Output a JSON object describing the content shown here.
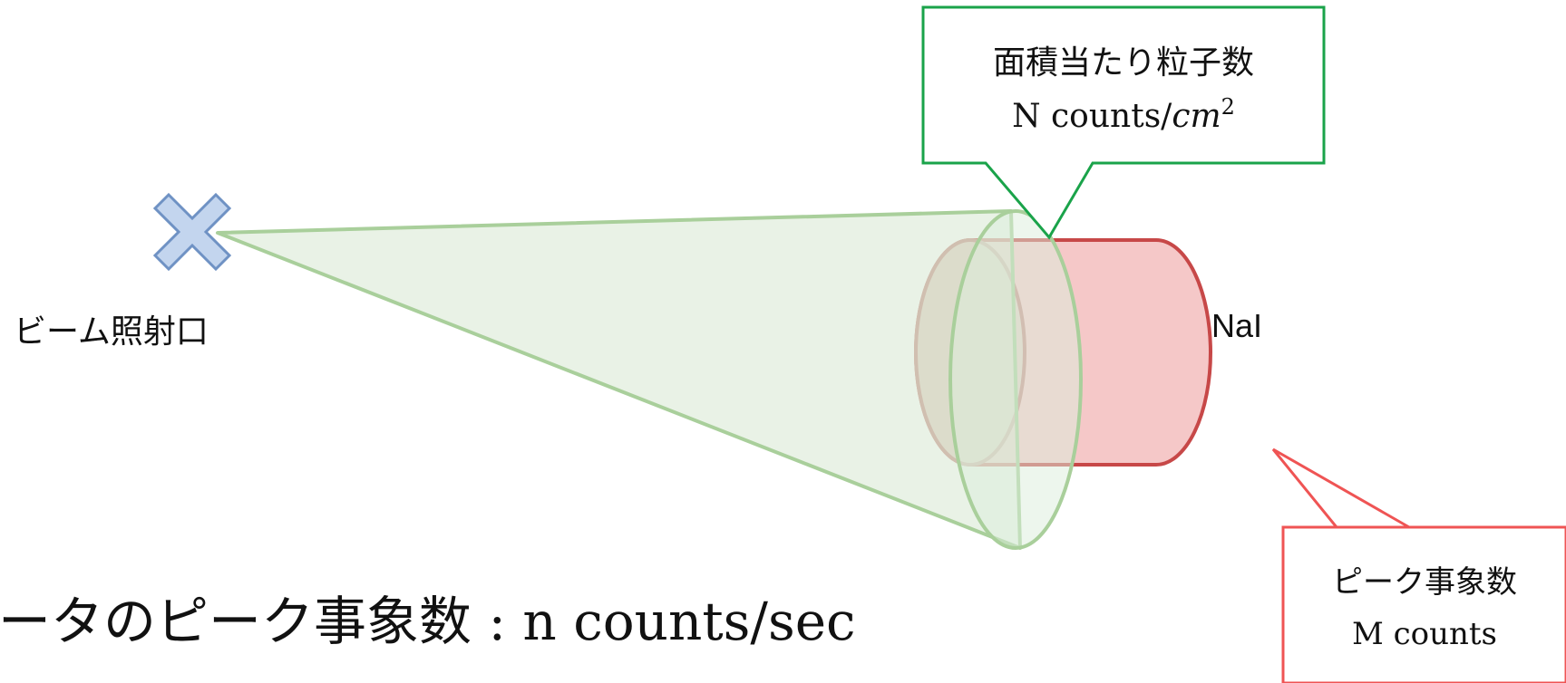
{
  "beam_source": {
    "label": "ビーム照射口",
    "icon": "x-marker-icon",
    "color": "#9db8e0"
  },
  "detector": {
    "label": "NaI",
    "color": "#f4c7c7"
  },
  "beam_cone": {
    "color": "#e6f0e3"
  },
  "callout_flux": {
    "title": "面積当たり粒子数",
    "value_prefix": "N counts/",
    "unit_base": "cm",
    "unit_exp": "2",
    "border_color": "#1aa34a"
  },
  "callout_peak": {
    "title": "ピーク事象数",
    "value": "M counts",
    "border_color": "#ef5454"
  },
  "bottom_text": {
    "jp": "ータのピーク事象数",
    "value": ": n counts/sec"
  }
}
